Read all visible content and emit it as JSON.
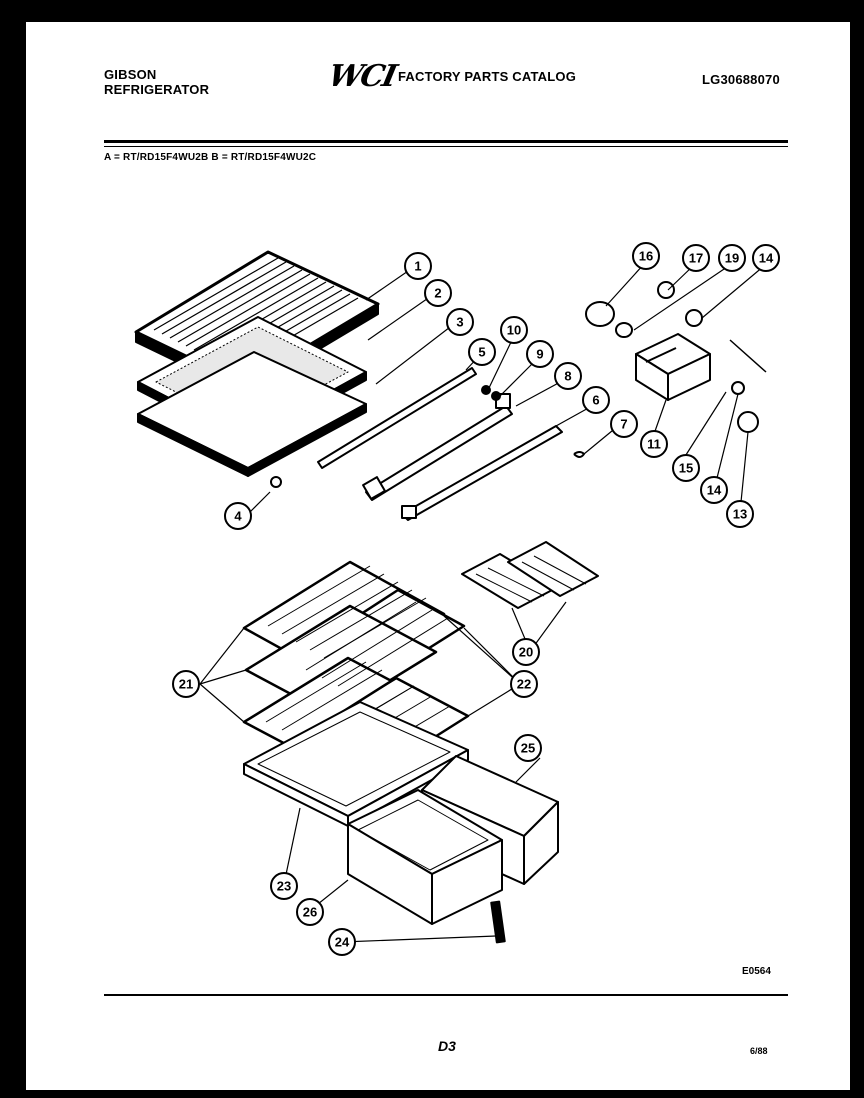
{
  "header": {
    "brand": [
      "GIBSON",
      "REFRIGERATOR"
    ],
    "logo": "WCI",
    "catalog_title": "FACTORY PARTS CATALOG",
    "catalog_number": "LG30688070",
    "models": "A = RT/RD15F4WU2B  B = RT/RD15F4WU2C"
  },
  "callouts": [
    "1",
    "2",
    "3",
    "5",
    "10",
    "9",
    "8",
    "6",
    "7",
    "4",
    "16",
    "17",
    "19",
    "14",
    "11",
    "15",
    "14",
    "13",
    "20",
    "21",
    "22",
    "25",
    "23",
    "26",
    "24"
  ],
  "footer": {
    "diagram_code": "E0564",
    "page_label": "D3",
    "date_code": "6/88"
  }
}
